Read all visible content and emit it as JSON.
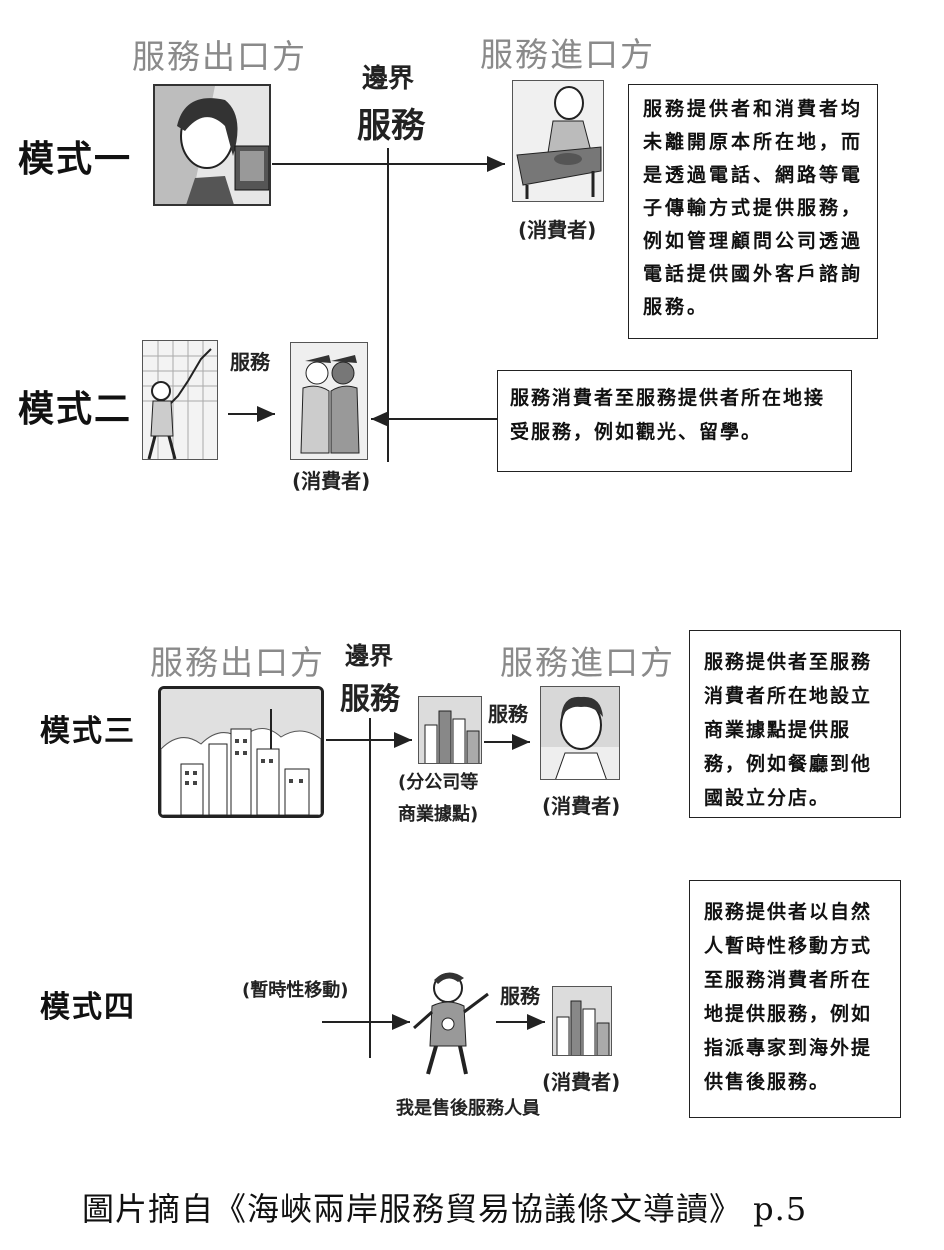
{
  "top": {
    "exporter": "服務出口方",
    "border_line1": "邊界",
    "border_line2": "服務",
    "importer": "服務進口方",
    "mode1": "模式一",
    "mode2": "模式二",
    "consumer1": "(消費者)",
    "service_label": "服務",
    "consumer2": "(消費者)",
    "mode1_desc": "服務提供者和消費者均未離開原本所在地，而是透過電話、網路等電子傳輸方式提供服務，例如管理顧問公司透過電話提供國外客戶諮詢服務。",
    "mode2_desc": "服務消費者至服務提供者所在地接受服務，例如觀光、留學。"
  },
  "bottom": {
    "exporter": "服務出口方",
    "border_line1": "邊界",
    "border_line2": "服務",
    "importer": "服務進口方",
    "mode3": "模式三",
    "mode4": "模式四",
    "service_label3": "服務",
    "branch_label_1": "(分公司等",
    "branch_label_2": "商業據點)",
    "consumer3": "(消費者)",
    "temp_move": "(暫時性移動)",
    "service_label4": "服務",
    "consumer4": "(消費者)",
    "staff_caption": "我是售後服務人員",
    "mode3_desc": "服務提供者至服務消費者所在地設立商業據點提供服務，例如餐廳到他國設立分店。",
    "mode4_desc": "服務提供者以自然人暫時性移動方式至服務消費者所在地提供服務，例如指派專家到海外提供售後服務。"
  },
  "caption": "圖片摘自《海峽兩岸服務貿易協議條文導讀》 p.5",
  "icons": {
    "woman_computer": "woman-at-computer-icon",
    "phone_desk": "man-on-phone-icon",
    "presenter": "presenter-chart-icon",
    "graduates": "graduates-icon",
    "city_big": "city-skyline-icon",
    "city_small": "branch-building-icon",
    "man_face": "consumer-man-icon",
    "runner": "service-staff-icon",
    "city_consumer": "consumer-city-icon"
  }
}
